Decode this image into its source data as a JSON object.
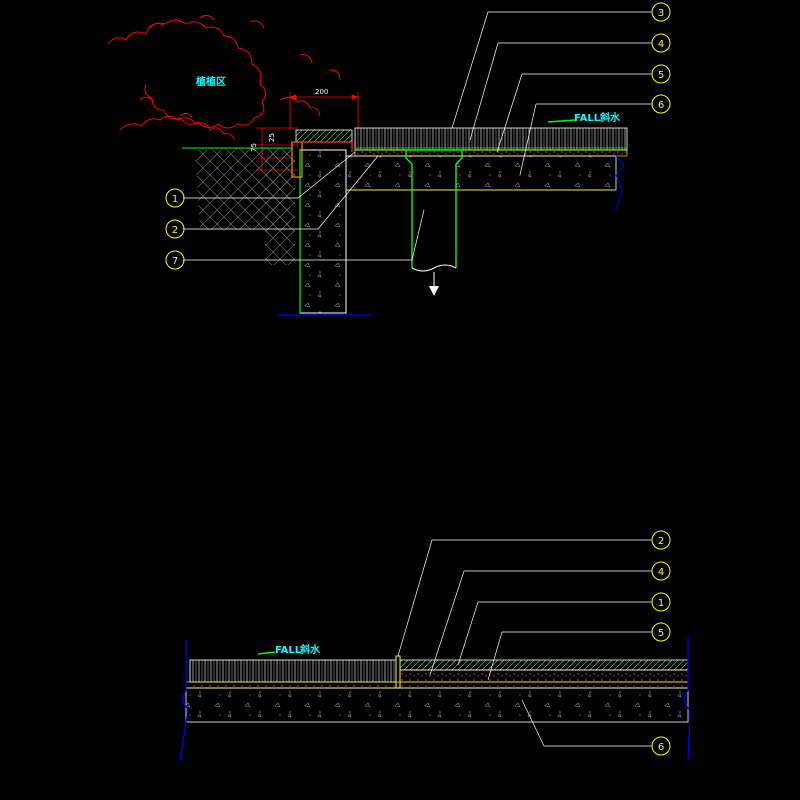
{
  "drawing": {
    "planting_label": "植植区",
    "fall_label": "FALL",
    "fall_chinese": "斜水",
    "dim_width": "200",
    "dim_height_a": "75",
    "dim_height_b": "25"
  },
  "upper_callouts": [
    "3",
    "4",
    "5",
    "6",
    "1",
    "2",
    "7"
  ],
  "lower_callouts": [
    "2",
    "4",
    "1",
    "5",
    "6"
  ],
  "colors": {
    "background": "#000000",
    "outline": "#ffffff",
    "callout": "#ffff00",
    "tree": "#ff0000",
    "label": "#00ffff",
    "hatch_green": "#00ff00",
    "edge_blue": "#0000ff"
  }
}
